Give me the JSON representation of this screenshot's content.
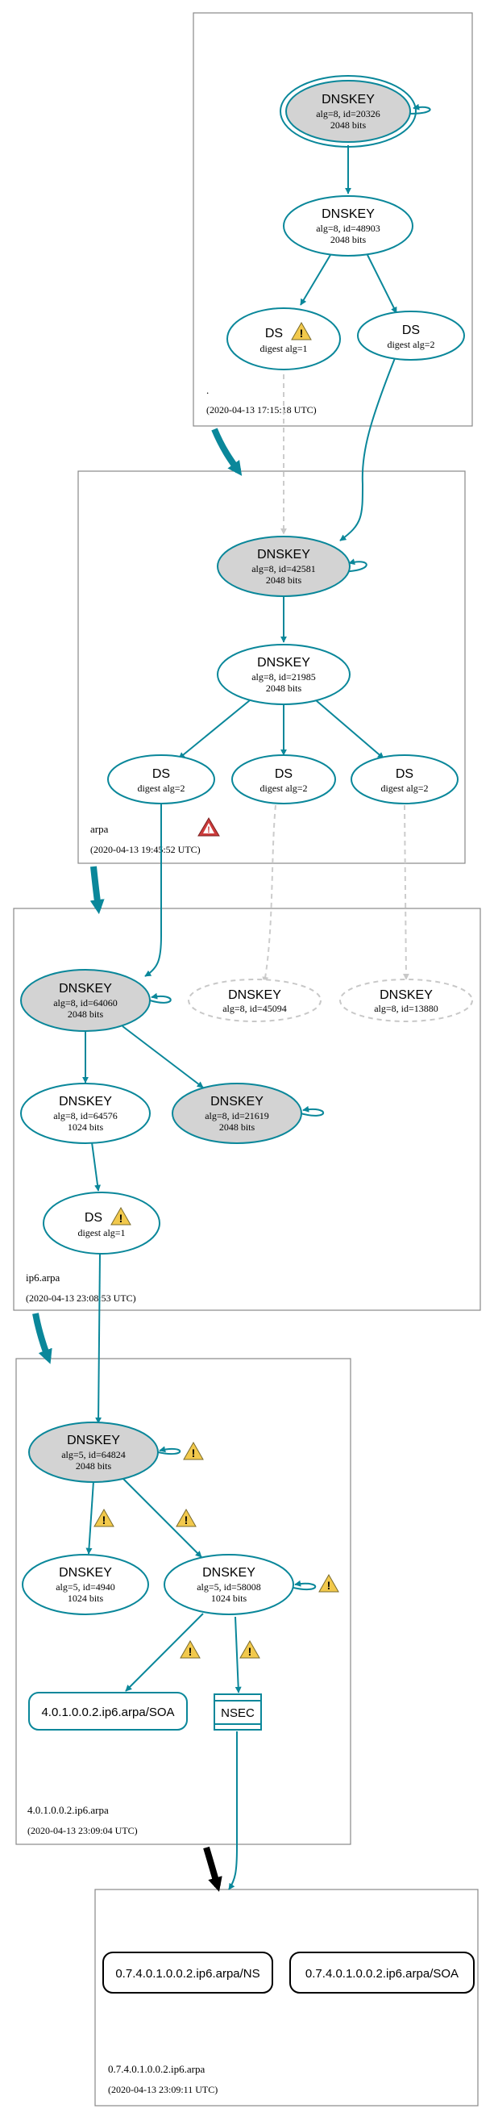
{
  "colors": {
    "teal": "#0a879a",
    "grey_fill": "#d3d3d3",
    "dashed": "#c8c8c8",
    "warn_fill": "#f2c94c",
    "error_fill": "#cc3b3b",
    "zone_border": "#888888",
    "black": "#000000"
  },
  "zones": [
    {
      "id": "root",
      "label": ".",
      "timestamp": "(2020-04-13 17:15:18 UTC)"
    },
    {
      "id": "arpa",
      "label": "arpa",
      "timestamp": "(2020-04-13 19:45:52 UTC)"
    },
    {
      "id": "ip6",
      "label": "ip6.arpa",
      "timestamp": "(2020-04-13 23:08:53 UTC)"
    },
    {
      "id": "z4",
      "label": "4.0.1.0.0.2.ip6.arpa",
      "timestamp": "(2020-04-13 23:09:04 UTC)"
    },
    {
      "id": "z7",
      "label": "0.7.4.0.1.0.0.2.ip6.arpa",
      "timestamp": "(2020-04-13 23:09:11 UTC)"
    }
  ],
  "nodes": [
    {
      "id": "root_ksk",
      "title": "DNSKEY",
      "lines": [
        "alg=8, id=20326",
        "2048 bits"
      ],
      "style": "double-grey"
    },
    {
      "id": "root_zsk",
      "title": "DNSKEY",
      "lines": [
        "alg=8, id=48903",
        "2048 bits"
      ],
      "style": "normal"
    },
    {
      "id": "root_ds1",
      "title": "DS",
      "lines": [
        "digest alg=1"
      ],
      "style": "normal",
      "warning": true
    },
    {
      "id": "root_ds2",
      "title": "DS",
      "lines": [
        "digest alg=2"
      ],
      "style": "normal"
    },
    {
      "id": "arpa_ksk",
      "title": "DNSKEY",
      "lines": [
        "alg=8, id=42581",
        "2048 bits"
      ],
      "style": "grey"
    },
    {
      "id": "arpa_zsk",
      "title": "DNSKEY",
      "lines": [
        "alg=8, id=21985",
        "2048 bits"
      ],
      "style": "normal"
    },
    {
      "id": "arpa_ds_a",
      "title": "DS",
      "lines": [
        "digest alg=2"
      ],
      "style": "normal"
    },
    {
      "id": "arpa_ds_b",
      "title": "DS",
      "lines": [
        "digest alg=2"
      ],
      "style": "normal"
    },
    {
      "id": "arpa_ds_c",
      "title": "DS",
      "lines": [
        "digest alg=2"
      ],
      "style": "normal"
    },
    {
      "id": "ip6_ksk",
      "title": "DNSKEY",
      "lines": [
        "alg=8, id=64060",
        "2048 bits"
      ],
      "style": "grey"
    },
    {
      "id": "ip6_missing_1",
      "title": "DNSKEY",
      "lines": [
        "alg=8, id=45094"
      ],
      "style": "dashed"
    },
    {
      "id": "ip6_missing_2",
      "title": "DNSKEY",
      "lines": [
        "alg=8, id=13880"
      ],
      "style": "dashed"
    },
    {
      "id": "ip6_zsk",
      "title": "DNSKEY",
      "lines": [
        "alg=8, id=64576",
        "1024 bits"
      ],
      "style": "normal"
    },
    {
      "id": "ip6_ksk2",
      "title": "DNSKEY",
      "lines": [
        "alg=8, id=21619",
        "2048 bits"
      ],
      "style": "grey"
    },
    {
      "id": "ip6_ds",
      "title": "DS",
      "lines": [
        "digest alg=1"
      ],
      "style": "normal",
      "warning": true
    },
    {
      "id": "z4_ksk",
      "title": "DNSKEY",
      "lines": [
        "alg=5, id=64824",
        "2048 bits"
      ],
      "style": "grey"
    },
    {
      "id": "z4_zsk1",
      "title": "DNSKEY",
      "lines": [
        "alg=5, id=4940",
        "1024 bits"
      ],
      "style": "normal"
    },
    {
      "id": "z4_zsk2",
      "title": "DNSKEY",
      "lines": [
        "alg=5, id=58008",
        "1024 bits"
      ],
      "style": "normal"
    },
    {
      "id": "z4_soa",
      "title": "4.0.1.0.0.2.ip6.arpa/SOA",
      "lines": [],
      "style": "rrset"
    },
    {
      "id": "z4_nsec",
      "title": "NSEC",
      "lines": [],
      "style": "nsec"
    },
    {
      "id": "z7_ns",
      "title": "0.7.4.0.1.0.0.2.ip6.arpa/NS",
      "lines": [],
      "style": "rrset-black"
    },
    {
      "id": "z7_soa",
      "title": "0.7.4.0.1.0.0.2.ip6.arpa/SOA",
      "lines": [],
      "style": "rrset-black"
    }
  ]
}
